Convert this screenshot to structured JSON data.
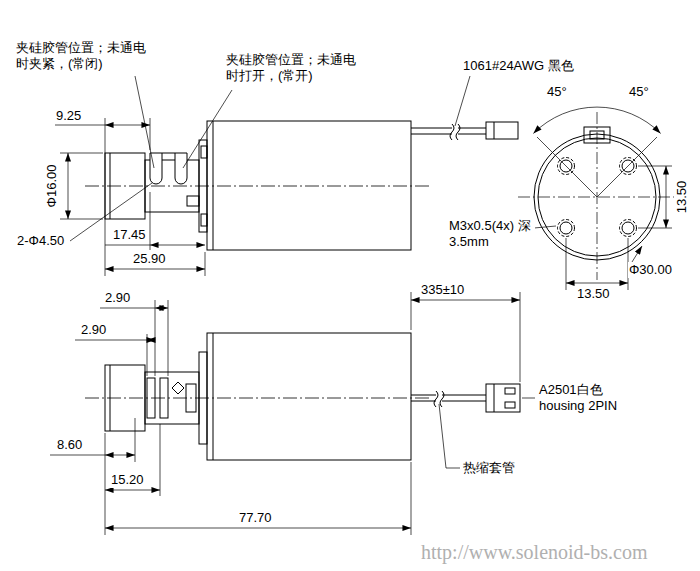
{
  "diagram": {
    "labels": [
      "夹硅胶管位置；未通电 时夹紧，(常闭)",
      "夹硅胶管位置；未通电 时打开，(常开)",
      "9.25",
      "Φ16.00",
      "2-Φ4.50",
      "17.45",
      "25.90",
      "1061#24AWG 黑色",
      "45°",
      "45°",
      "13.50",
      "M3x0.5(4x) 深3.5mm",
      "13.50",
      "Φ30.00",
      "2.90",
      "2.90",
      "335±10",
      "A2501白色 housing 2PIN",
      "8.60",
      "15.20",
      "热缩套管",
      "77.70",
      "http://www.solenoid-bs.com"
    ]
  }
}
